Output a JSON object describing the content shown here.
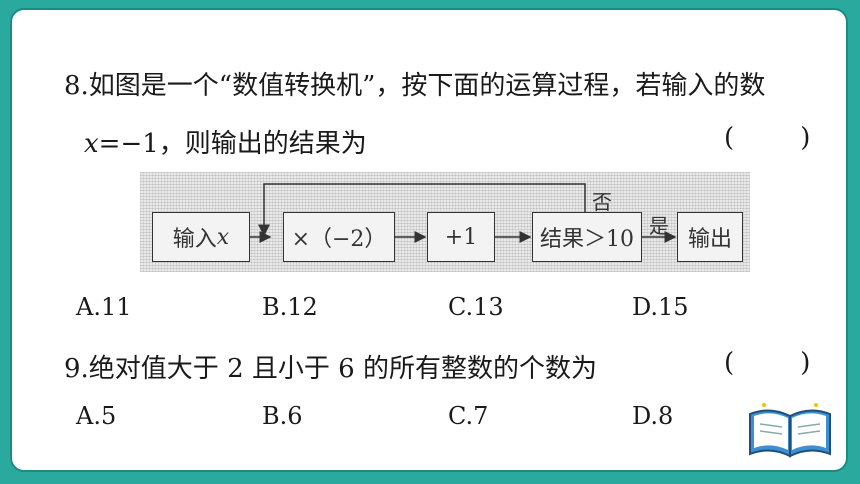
{
  "q8": {
    "line1": "8.如图是一个“数值转换机”，按下面的运算过程，若输入的数",
    "line2_var": "x",
    "line2_rest": "=−1，则输出的结果为",
    "paren": "(        )",
    "flowchart": {
      "box_input_text": "输入",
      "box_input_var": "x",
      "box_multiply": "×（−2）",
      "box_add": "+1",
      "box_check": "结果＞10",
      "box_output": "输出",
      "label_no": "否",
      "label_yes": "是"
    },
    "options": [
      "A.11",
      "B.12",
      "C.13",
      "D.15"
    ]
  },
  "q9": {
    "line1": "9.绝对值大于 2 且小于 6 的所有整数的个数为",
    "paren": "(        )",
    "options": [
      "A.5",
      "B.6",
      "C.7",
      "D.8"
    ]
  },
  "colors": {
    "frame": "#2aa99e",
    "text": "#1a1a1a"
  },
  "decoration_icon": "open-book-icon"
}
